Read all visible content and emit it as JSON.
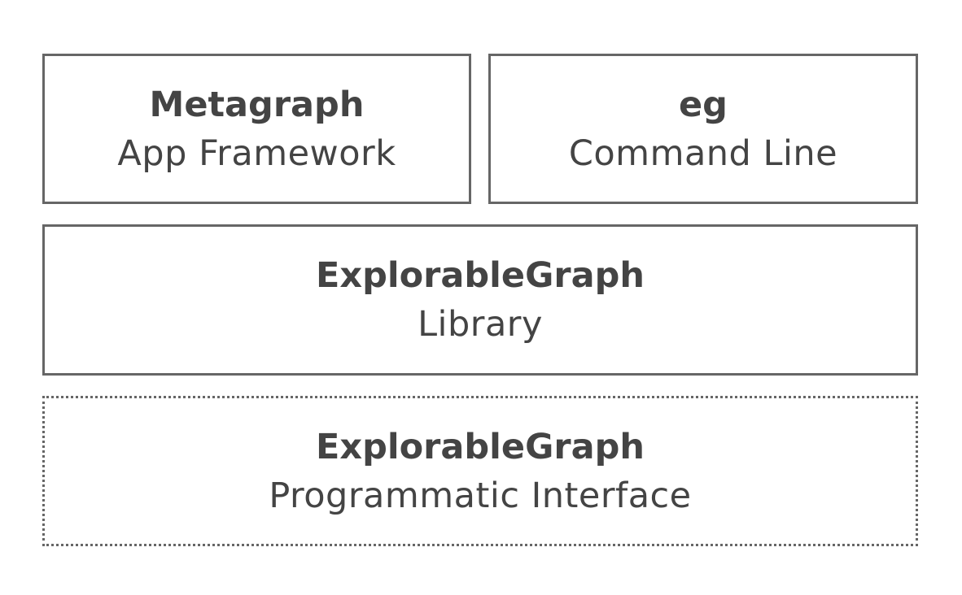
{
  "diagram": {
    "boxes": [
      {
        "title": "Metagraph",
        "subtitle": "App Framework"
      },
      {
        "title": "eg",
        "subtitle": "Command Line"
      },
      {
        "title": "ExplorableGraph",
        "subtitle": "Library"
      },
      {
        "title": "ExplorableGraph",
        "subtitle": "Programmatic Interface"
      }
    ]
  },
  "colors": {
    "border": "#666666",
    "text": "#444444",
    "background": "#ffffff"
  }
}
